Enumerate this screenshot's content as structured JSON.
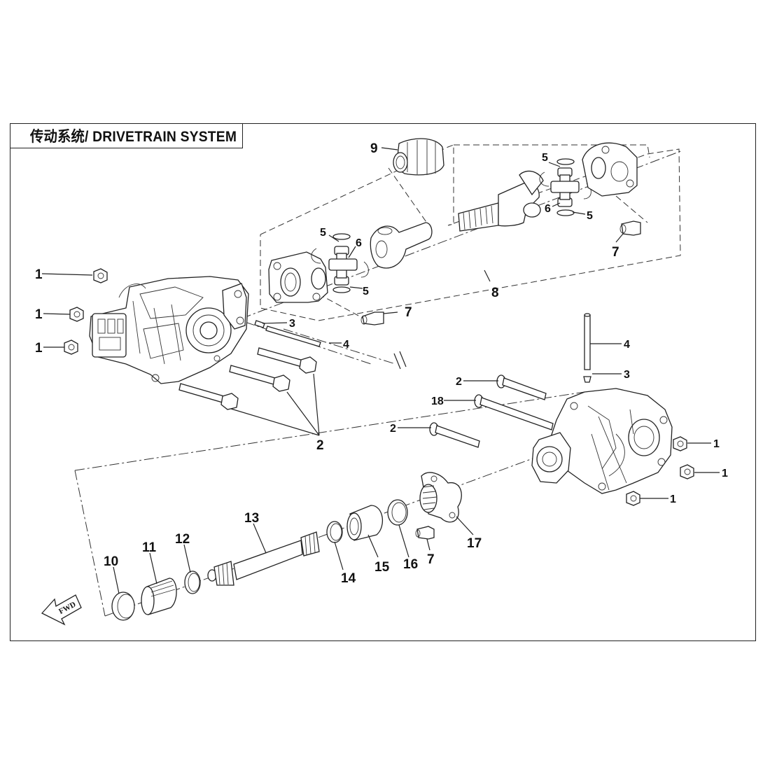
{
  "title": "传动系统/ DRIVETRAIN SYSTEM",
  "direction_arrow": "FWD",
  "callouts": {
    "c1a": "1",
    "c1b": "1",
    "c1c": "1",
    "c1d": "1",
    "c1e": "1",
    "c1f": "1",
    "c2a": "2",
    "c2b": "2",
    "c2c": "2",
    "c3a": "3",
    "c3b": "3",
    "c4a": "4",
    "c4b": "4",
    "c5a": "5",
    "c5b": "5",
    "c5c": "5",
    "c5d": "5",
    "c6a": "6",
    "c6b": "6",
    "c7a": "7",
    "c7b": "7",
    "c7c": "7",
    "c8": "8",
    "c9": "9",
    "c10": "10",
    "c11": "11",
    "c12": "12",
    "c13": "13",
    "c14": "14",
    "c15": "15",
    "c16": "16",
    "c17": "17",
    "c18": "18"
  },
  "colors": {
    "ink": "#222222",
    "background": "#ffffff"
  }
}
